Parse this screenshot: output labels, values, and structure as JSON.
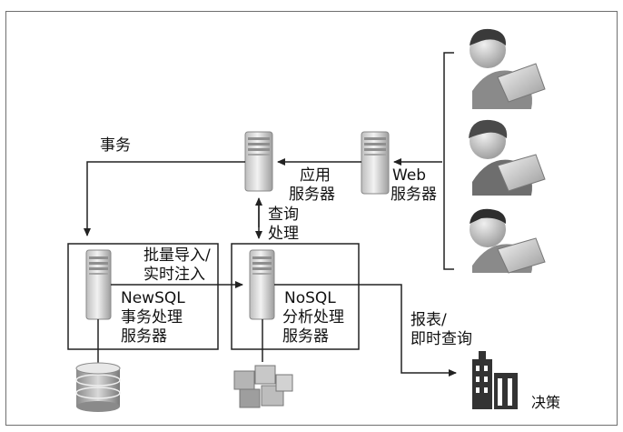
{
  "diagram": {
    "labels": {
      "transaction": "事务",
      "app_server_line1": "应用",
      "app_server_line2": "服务器",
      "web_server_line1": "Web",
      "web_server_line2": "服务器",
      "query_line1": "查询",
      "query_line2": "处理",
      "batch_line1": "批量导入/",
      "batch_line2": "实时注入",
      "newsql_line1": "NewSQL",
      "newsql_line2": "事务处理",
      "newsql_line3": "服务器",
      "nosql_line1": "NoSQL",
      "nosql_line2": "分析处理",
      "nosql_line3": "服务器",
      "report_line1": "报表/",
      "report_line2": "即时查询",
      "decision": "决策"
    },
    "icons": [
      "user-icon",
      "laptop-icon",
      "server-icon",
      "database-icon",
      "cube-cluster-icon",
      "building-icon"
    ],
    "colors": {
      "line": "#222222",
      "server_light": "#e6e6e6",
      "server_dark": "#9a9a9a",
      "person": "#7a7a7a",
      "building": "#333333"
    }
  }
}
